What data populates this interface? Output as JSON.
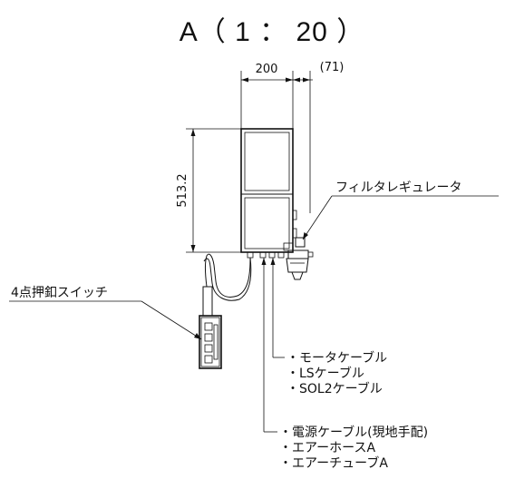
{
  "title": "A（ 1 ： 20 ）",
  "dimensions": {
    "width": "200",
    "offset": "(71)",
    "height": "513.2"
  },
  "labels": {
    "filter_regulator": "フィルタレギュレータ",
    "push_button_switch": "4点押釦スイッチ"
  },
  "cable_group_1": [
    "・モータケーブル",
    "・LSケーブル",
    "・SOL2ケーブル"
  ],
  "cable_group_2": [
    "・電源ケーブル(現地手配)",
    "・エアーホースA",
    "・エアーチューブA"
  ]
}
